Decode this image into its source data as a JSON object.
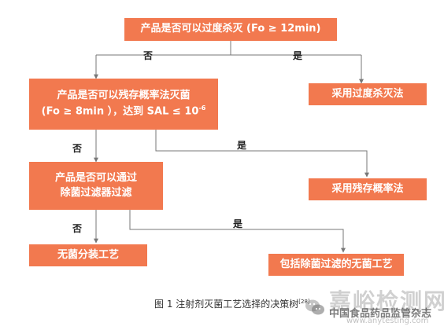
{
  "nodes": {
    "q1": "产品是否可以过度杀灭 (Fo ≥ 12min)",
    "a1": "采用过度杀灭法",
    "q2_line1": "产品是否可以残存概率法灭菌",
    "q2_line2": "(Fo ≥ 8min ），达到 SAL ≤ 10",
    "q2_sup": "-6",
    "a2": "采用残存概率法",
    "q3_line1": "产品是否可以通过",
    "q3_line2": "除菌过滤器过滤",
    "a3": "无菌分装工艺",
    "a4": "包括除菌过滤的无菌工艺"
  },
  "edges": {
    "no": "否",
    "yes": "是"
  },
  "caption": {
    "text": "图 1    注射剂灭菌工艺选择的决策树",
    "ref": "[28]"
  },
  "watermark": {
    "brand": "嘉峪检测网",
    "magazine": "中国食品药品监管杂志",
    "url": "www.anytesting.com"
  },
  "colors": {
    "box_fill": "#f2794f",
    "line": "#777777"
  }
}
